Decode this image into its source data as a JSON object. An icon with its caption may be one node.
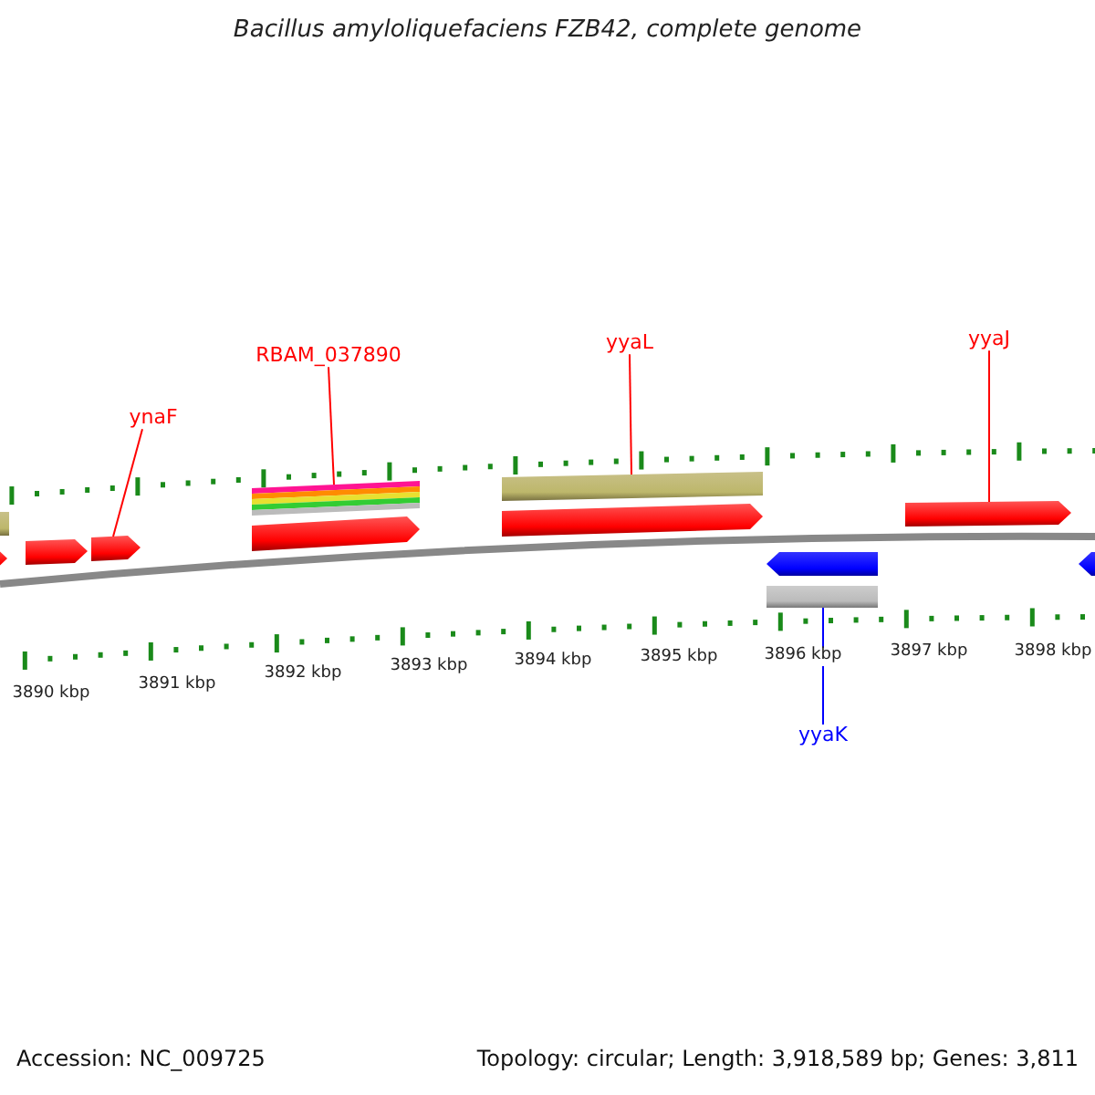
{
  "diagram": {
    "title": "Bacillus amyloliquefaciens FZB42, complete genome",
    "nodes": [
      {
        "text": [
          "ynaF"
        ]
      },
      {
        "text": [],
        "shape": "arrow"
      },
      {
        "text": [
          "RBAM_037890"
        ]
      },
      {
        "text": [],
        "shape": "bar"
      },
      {
        "text": [
          "yyaL"
        ]
      },
      {
        "text": [],
        "shape": "bar"
      },
      {
        "text": [
          "yyaJ"
        ]
      },
      {
        "text": [],
        "shape": "arrow"
      },
      {
        "text": [
          "yyaK"
        ]
      },
      {
        "text": [],
        "shape": "bar"
      },
      {
        "text": [],
        "shape": "bar"
      },
      {
        "text": [],
        "shape": "arrow"
      },
      {
        "text": [],
        "shape": "arrow"
      },
      {
        "text": [],
        "shape": "arrow"
      },
      {
        "text": [],
        "shape": "arrow"
      },
      {
        "text": [],
        "shape": "arrow"
      },
      {
        "text": [],
        "shape": "arrow"
      }
    ],
    "edges": [
      {
        "from": 0,
        "to": 1,
        "arrow": "none"
      },
      {
        "from": 2,
        "to": 3,
        "arrow": "none"
      },
      {
        "from": 4,
        "to": 5,
        "arrow": "none"
      },
      {
        "from": 6,
        "to": 7,
        "arrow": "none"
      },
      {
        "from": 8,
        "to": 9,
        "arrow": "none",
        "color": "#0000ff"
      }
    ],
    "labels": [
      "3890 kbp",
      "3891 kbp",
      "3892 kbp",
      "3893 kbp",
      "3894 kbp",
      "3895 kbp",
      "3896 kbp",
      "3897 kbp",
      "3898 kbp",
      "Accession: NC_009725",
      "Topology: circular; Length: 3,918,589 bp; Genes: 3,811"
    ]
  }
}
